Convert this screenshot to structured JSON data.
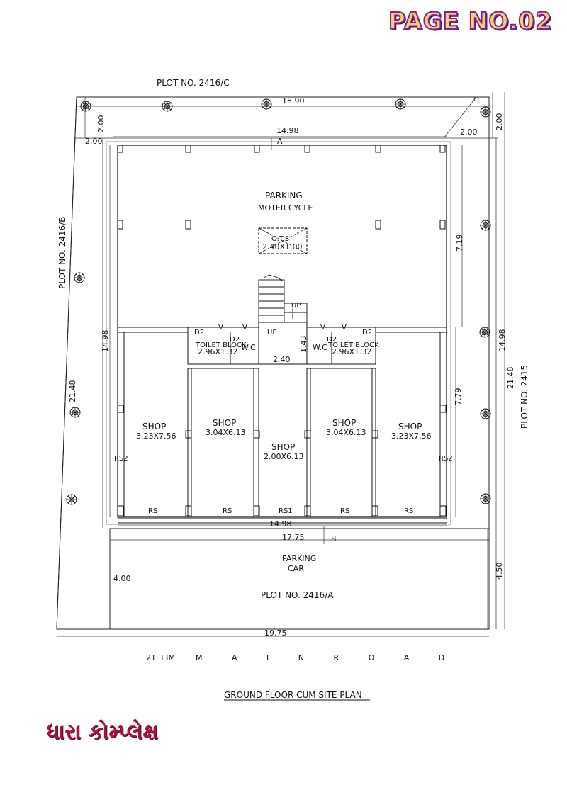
{
  "header": {
    "page_no": "PAGE NO.02"
  },
  "plan": {
    "title": "GROUND FLOOR CUM SITE PLAN",
    "road": {
      "width": "21.33M.",
      "name": "M A I N R O A D"
    },
    "neighbors": {
      "north": "PLOT NO. 2416/C",
      "west": "PLOT NO. 2416/B",
      "east": "PLOT NO. 2415",
      "south": "PLOT NO. 2416/A"
    },
    "dimensions": {
      "top_width": "18.90",
      "building_width_top": "14.98",
      "building_width_bottom": "14.98",
      "front_width": "17.75",
      "bottom_width": "19.75",
      "west_side": "21.48",
      "east_side": "21.48",
      "margin_north_left": "2.00",
      "margin_west": "2.00",
      "margin_north_right": "2.00",
      "margin_east_top": "2.00",
      "depth": "14.98",
      "parking_depth": "7.19",
      "shop_depth": "7.79",
      "front_parking_depth": "4.50",
      "front_margin": "4.00",
      "passage_width": "2.40",
      "stair_gap": "1.43"
    },
    "section_marks": {
      "a": "A",
      "b": "B"
    },
    "parking": {
      "label": "PARKING",
      "sublabel": "MOTER CYCLE"
    },
    "ots": {
      "label": "O.T.S",
      "size": "2.40X1.00"
    },
    "car_parking": {
      "label": "PARKING",
      "sublabel": "CAR"
    },
    "stair": {
      "up1": "UP",
      "up2": "UP"
    },
    "toilets": [
      {
        "label": "TOILET BLOCK",
        "size": "2.96X1.32",
        "wc": "W.C",
        "door1": "D2",
        "door2": "D2",
        "v1": "V",
        "v2": "V"
      },
      {
        "label": "TOILET BLOCK",
        "size": "2.96X1.32",
        "wc": "W.C",
        "door1": "D2",
        "door2": "D2",
        "v1": "V",
        "v2": "V"
      }
    ],
    "shops": [
      {
        "label": "SHOP",
        "size": "3.23X7.56",
        "shutter": "RS",
        "side": "RS2"
      },
      {
        "label": "SHOP",
        "size": "3.04X6.13",
        "shutter": "RS"
      },
      {
        "label": "SHOP",
        "size": "2.00X6.13",
        "shutter": "RS1"
      },
      {
        "label": "SHOP",
        "size": "3.04X6.13",
        "shutter": "RS"
      },
      {
        "label": "SHOP",
        "size": "3.23X7.56",
        "shutter": "RS",
        "side": "RS2"
      }
    ],
    "tree_icon": "tree-symbol"
  },
  "footer": {
    "title": "ધારા કોમ્પ્લેક્ષ"
  }
}
